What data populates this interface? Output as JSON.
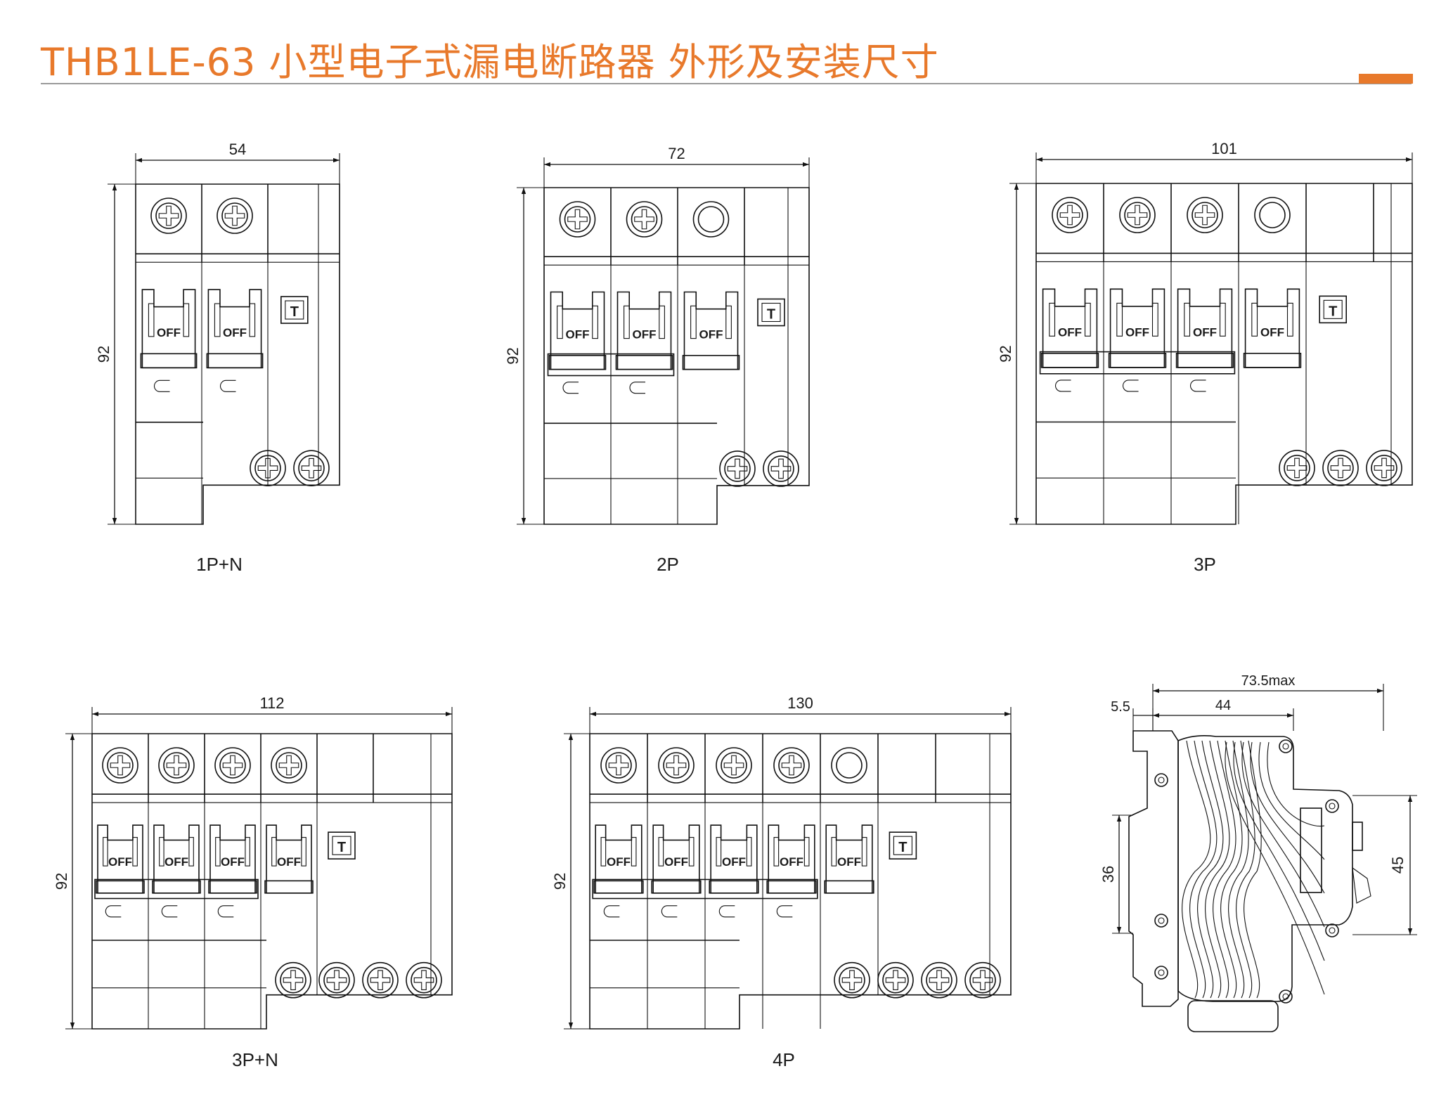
{
  "header": {
    "title": "THB1LE-63 小型电子式漏电断路器  外形及安装尺寸",
    "accent_color": "#e8792b"
  },
  "front_views": [
    {
      "id": "1pn",
      "label": "1P+N",
      "width": "54",
      "height": "92",
      "poles": 2,
      "connected": 0,
      "top_terminals": [
        "screw",
        "screw"
      ],
      "bottom_terminals": 2
    },
    {
      "id": "2p",
      "label": "2P",
      "width": "72",
      "height": "92",
      "poles": 3,
      "connected": 2,
      "top_terminals": [
        "screw",
        "screw",
        "ring"
      ],
      "bottom_terminals": 2
    },
    {
      "id": "3p",
      "label": "3P",
      "width": "101",
      "height": "92",
      "poles": 4,
      "connected": 3,
      "top_terminals": [
        "screw",
        "screw",
        "screw",
        "ring"
      ],
      "bottom_terminals": 3
    },
    {
      "id": "3pn",
      "label": "3P+N",
      "width": "112",
      "height": "92",
      "poles": 4,
      "connected": 3,
      "top_terminals": [
        "screw",
        "screw",
        "screw",
        "screw"
      ],
      "bottom_terminals": 4
    },
    {
      "id": "4p",
      "label": "4P",
      "width": "130",
      "height": "92",
      "poles": 5,
      "connected": 4,
      "top_terminals": [
        "screw",
        "screw",
        "screw",
        "screw",
        "ring"
      ],
      "bottom_terminals": 4
    }
  ],
  "handle_text": "OFF",
  "test_button": "T",
  "side_view": {
    "overall_width": "73.5max",
    "body_width": "44",
    "offset": "5.5",
    "rail_height": "36",
    "front_height": "45"
  }
}
